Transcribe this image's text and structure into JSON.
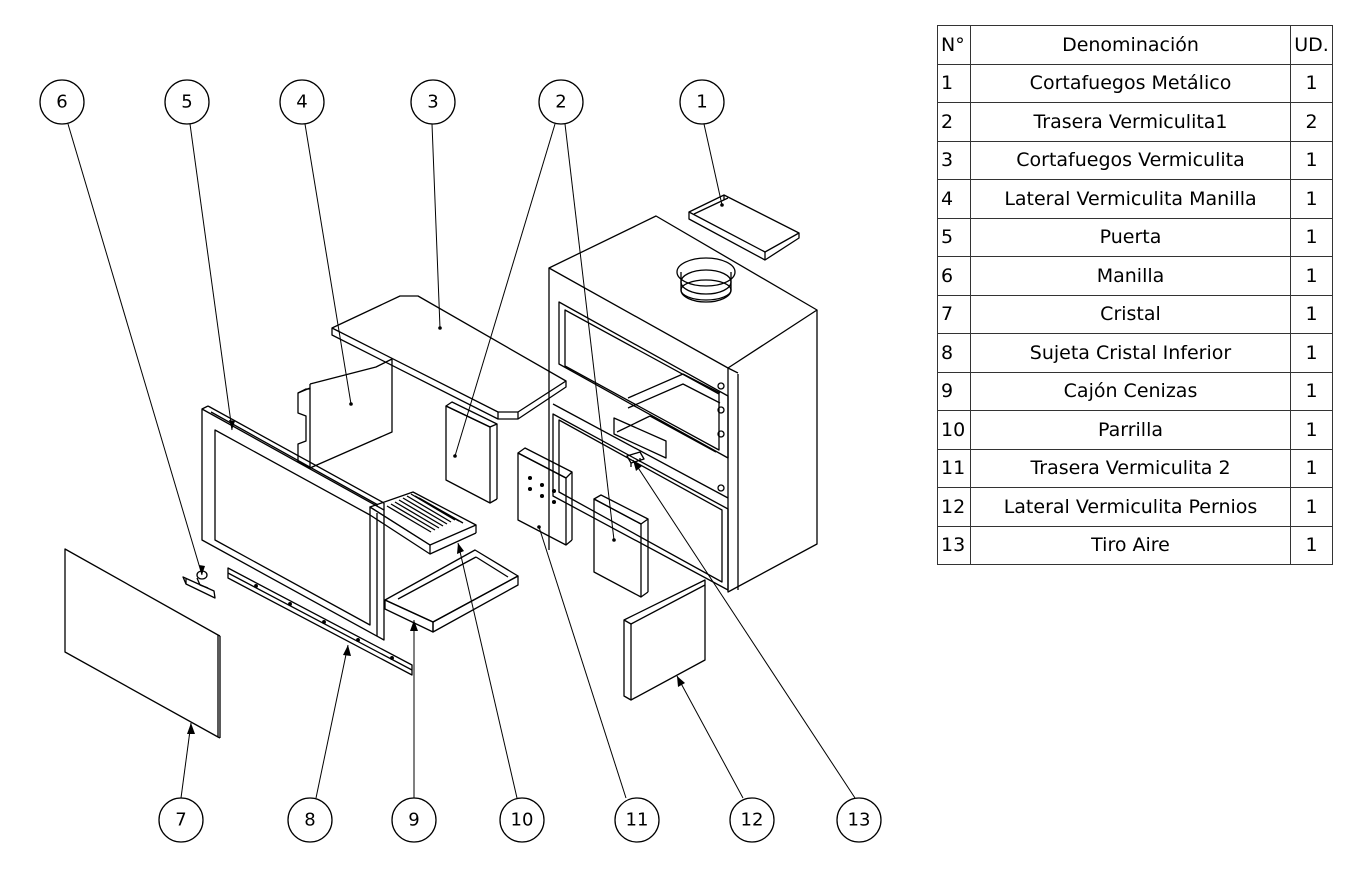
{
  "table": {
    "headers": {
      "no": "N°",
      "name": "Denominación",
      "qty": "UD."
    },
    "rows": [
      {
        "no": "1",
        "name": "Cortafuegos Metálico",
        "qty": "1"
      },
      {
        "no": "2",
        "name": "Trasera Vermiculita1",
        "qty": "2"
      },
      {
        "no": "3",
        "name": "Cortafuegos Vermiculita",
        "qty": "1"
      },
      {
        "no": "4",
        "name": "Lateral Vermiculita Manilla",
        "qty": "1"
      },
      {
        "no": "5",
        "name": "Puerta",
        "qty": "1"
      },
      {
        "no": "6",
        "name": "Manilla",
        "qty": "1"
      },
      {
        "no": "7",
        "name": "Cristal",
        "qty": "1"
      },
      {
        "no": "8",
        "name": "Sujeta Cristal Inferior",
        "qty": "1"
      },
      {
        "no": "9",
        "name": "Cajón Cenizas",
        "qty": "1"
      },
      {
        "no": "10",
        "name": "Parrilla",
        "qty": "1"
      },
      {
        "no": "11",
        "name": "Trasera Vermiculita 2",
        "qty": "1"
      },
      {
        "no": "12",
        "name": "Lateral Vermiculita Pernios",
        "qty": "1"
      },
      {
        "no": "13",
        "name": "Tiro Aire",
        "qty": "1"
      }
    ]
  },
  "balloons": [
    "6",
    "5",
    "4",
    "3",
    "2",
    "1",
    "7",
    "8",
    "9",
    "10",
    "11",
    "12",
    "13"
  ]
}
